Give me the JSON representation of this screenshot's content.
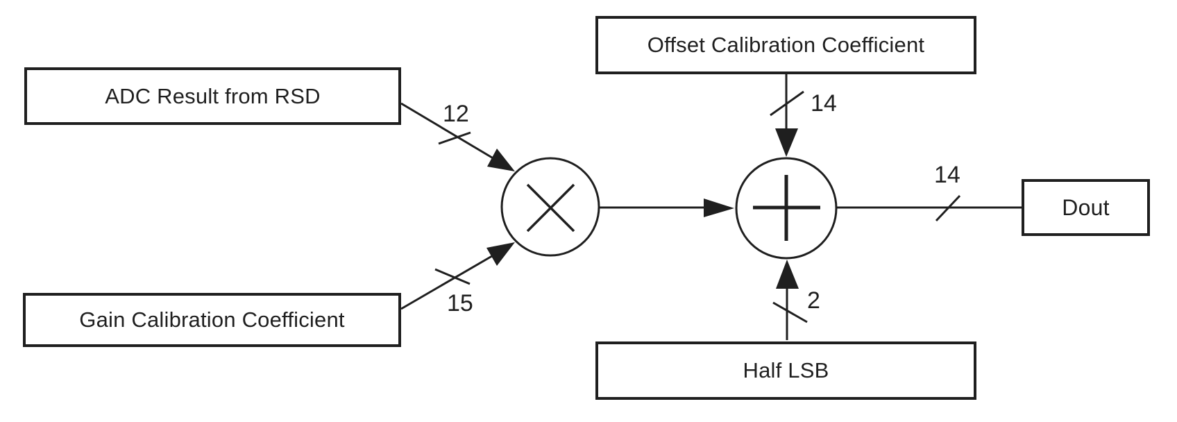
{
  "diagram": {
    "blocks": {
      "adc_result": {
        "label": "ADC Result from RSD"
      },
      "gain_coeff": {
        "label": "Gain Calibration Coefficient"
      },
      "offset_coeff": {
        "label": "Offset Calibration Coefficient"
      },
      "half_lsb": {
        "label": "Half LSB"
      },
      "dout": {
        "label": "Dout"
      }
    },
    "operators": {
      "multiplier": {
        "symbol": "×"
      },
      "adder": {
        "symbol": "+"
      }
    },
    "bus_widths": {
      "adc_to_multiplier": "12",
      "gain_to_multiplier": "15",
      "offset_to_adder": "14",
      "half_lsb_to_adder": "2",
      "adder_to_dout": "14"
    },
    "colors": {
      "ink": "#1f1f1f",
      "background": "#ffffff"
    }
  }
}
